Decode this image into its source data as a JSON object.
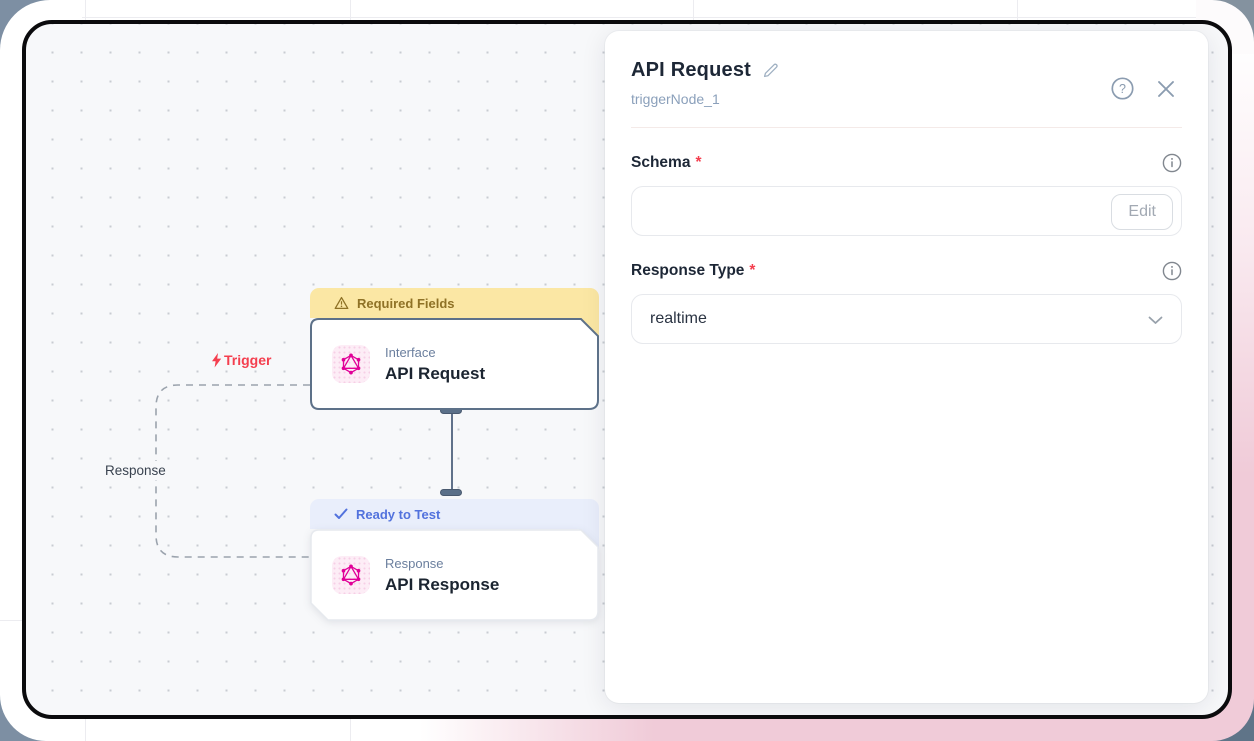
{
  "canvas": {
    "trigger_label": "Trigger",
    "response_label": "Response",
    "nodes": [
      {
        "banner": "Required Fields",
        "category": "Interface",
        "title": "API Request"
      },
      {
        "banner": "Ready to Test",
        "category": "Response",
        "title": "API Response"
      }
    ]
  },
  "panel": {
    "title": "API Request",
    "node_id": "triggerNode_1",
    "help_glyph": "?",
    "fields": [
      {
        "label": "Schema",
        "required_mark": "*",
        "action_label": "Edit"
      },
      {
        "label": "Response Type",
        "required_mark": "*",
        "value": "realtime"
      }
    ]
  },
  "colors": {
    "node_accent": "#e10098",
    "trigger_red": "#f43f4f",
    "warning_bg": "#fbe7a4",
    "warning_text": "#8f7226",
    "ready_bg": "#e9eefb",
    "ready_text": "#5272dd",
    "frame_border": "#0b0b0d",
    "pink_wash": "#f0cbd8"
  }
}
